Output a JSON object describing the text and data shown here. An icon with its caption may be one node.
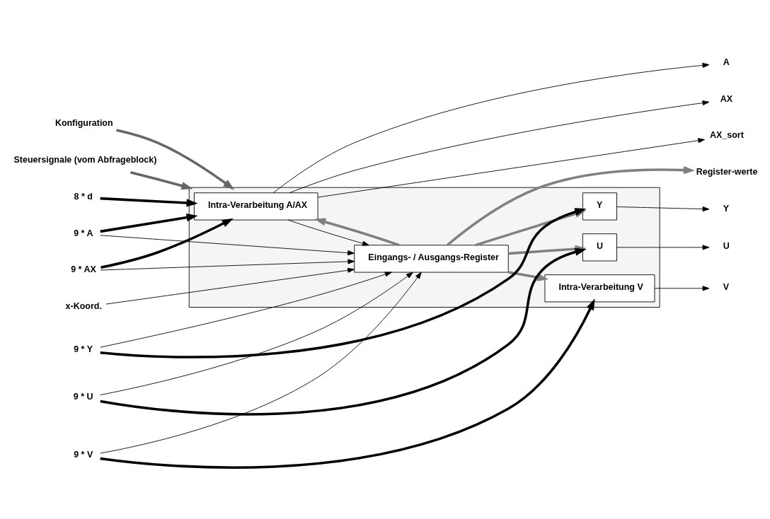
{
  "diagram": {
    "nodes": [
      {
        "text": [],
        "shape": "box"
      },
      {
        "text": [
          "Intra-Verarbeitung A/AX"
        ],
        "in": 0
      },
      {
        "text": [
          "Y"
        ],
        "in": 0
      },
      {
        "text": [
          "U"
        ],
        "in": 0
      },
      {
        "text": [
          "Intra-Verarbeitung V"
        ],
        "in": 0
      },
      {
        "text": [
          "Eingangs- / Ausgangs-Register"
        ],
        "in": 0
      },
      {
        "text": [
          "Konfiguration"
        ]
      },
      {
        "text": [
          "Steuersignale (vom Abfrageblock)"
        ]
      },
      {
        "text": [
          "9 * A"
        ]
      },
      {
        "text": [
          "9 * AX"
        ]
      },
      {
        "text": [
          "8 * d"
        ]
      },
      {
        "text": [
          "9 * Y"
        ]
      },
      {
        "text": [
          "9 * U"
        ]
      },
      {
        "text": [
          "9 * V"
        ]
      },
      {
        "text": [
          "x-Koord."
        ]
      },
      {
        "text": [
          "A"
        ]
      },
      {
        "text": [
          "AX"
        ]
      },
      {
        "text": [
          "AX_sort"
        ]
      },
      {
        "text": [
          "Y"
        ]
      },
      {
        "text": [
          "U"
        ]
      },
      {
        "text": [
          "V"
        ]
      },
      {
        "text": [
          "Register-werte"
        ]
      }
    ],
    "edges": [
      {
        "from": 6,
        "to": 0,
        "arrow": "to",
        "style": "thick",
        "color": "#666666"
      },
      {
        "from": 7,
        "to": 0,
        "arrow": "to",
        "style": "thick",
        "color": "#666666"
      },
      {
        "from": 8,
        "to": 1,
        "arrow": "to",
        "style": "thick"
      },
      {
        "from": 9,
        "to": 1,
        "arrow": "to",
        "style": "thick"
      },
      {
        "from": 10,
        "to": 1,
        "arrow": "to",
        "style": "thick"
      },
      {
        "from": 11,
        "to": 2,
        "arrow": "to",
        "style": "thick"
      },
      {
        "from": 12,
        "to": 3,
        "arrow": "to",
        "style": "thick"
      },
      {
        "from": 13,
        "to": 4,
        "arrow": "to",
        "style": "thick"
      },
      {
        "from": 1,
        "to": 15,
        "arrow": "to"
      },
      {
        "from": 1,
        "to": 16,
        "arrow": "to"
      },
      {
        "from": 1,
        "to": 17,
        "arrow": "to"
      },
      {
        "from": 2,
        "to": 18,
        "arrow": "to"
      },
      {
        "from": 3,
        "to": 19,
        "arrow": "to"
      },
      {
        "from": 4,
        "to": 20,
        "arrow": "to"
      },
      {
        "from": 1,
        "to": 5,
        "arrow": "to"
      },
      {
        "from": 8,
        "to": 5,
        "arrow": "to"
      },
      {
        "from": 9,
        "to": 5,
        "arrow": "to"
      },
      {
        "from": 11,
        "to": 5,
        "arrow": "to"
      },
      {
        "from": 12,
        "to": 5,
        "arrow": "to"
      },
      {
        "from": 13,
        "to": 5,
        "arrow": "to"
      },
      {
        "from": 14,
        "to": 5,
        "arrow": "to"
      },
      {
        "from": 5,
        "to": 21,
        "arrow": "to",
        "style": "thick",
        "color": "#808080"
      },
      {
        "from": 5,
        "to": 1,
        "arrow": "to",
        "style": "thick",
        "color": "#808080"
      },
      {
        "from": 5,
        "to": 2,
        "arrow": "to",
        "style": "thick",
        "color": "#808080"
      },
      {
        "from": 5,
        "to": 3,
        "arrow": "to",
        "style": "thick",
        "color": "#808080"
      },
      {
        "from": 5,
        "to": 4,
        "arrow": "to",
        "style": "thick",
        "color": "#808080"
      }
    ]
  }
}
